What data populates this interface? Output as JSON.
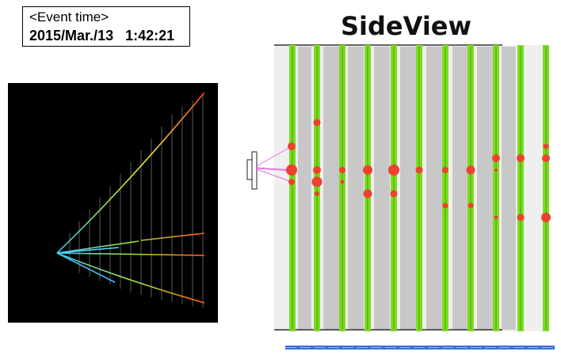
{
  "event_time": {
    "label": "<Event time>",
    "value": "2015/Mar./13   1:42:21"
  },
  "side_view": {
    "title": "SideView"
  },
  "colors": {
    "detector_bar": "#7ddc1f",
    "hit": "#f04030",
    "track_view_background": "#000000",
    "beam_line": "#3a6fd8",
    "gap_panel": "#c8c8c8",
    "side_background": "#efefef",
    "source_link": "#e070e0"
  },
  "icons": [
    "event-source-icon"
  ]
}
